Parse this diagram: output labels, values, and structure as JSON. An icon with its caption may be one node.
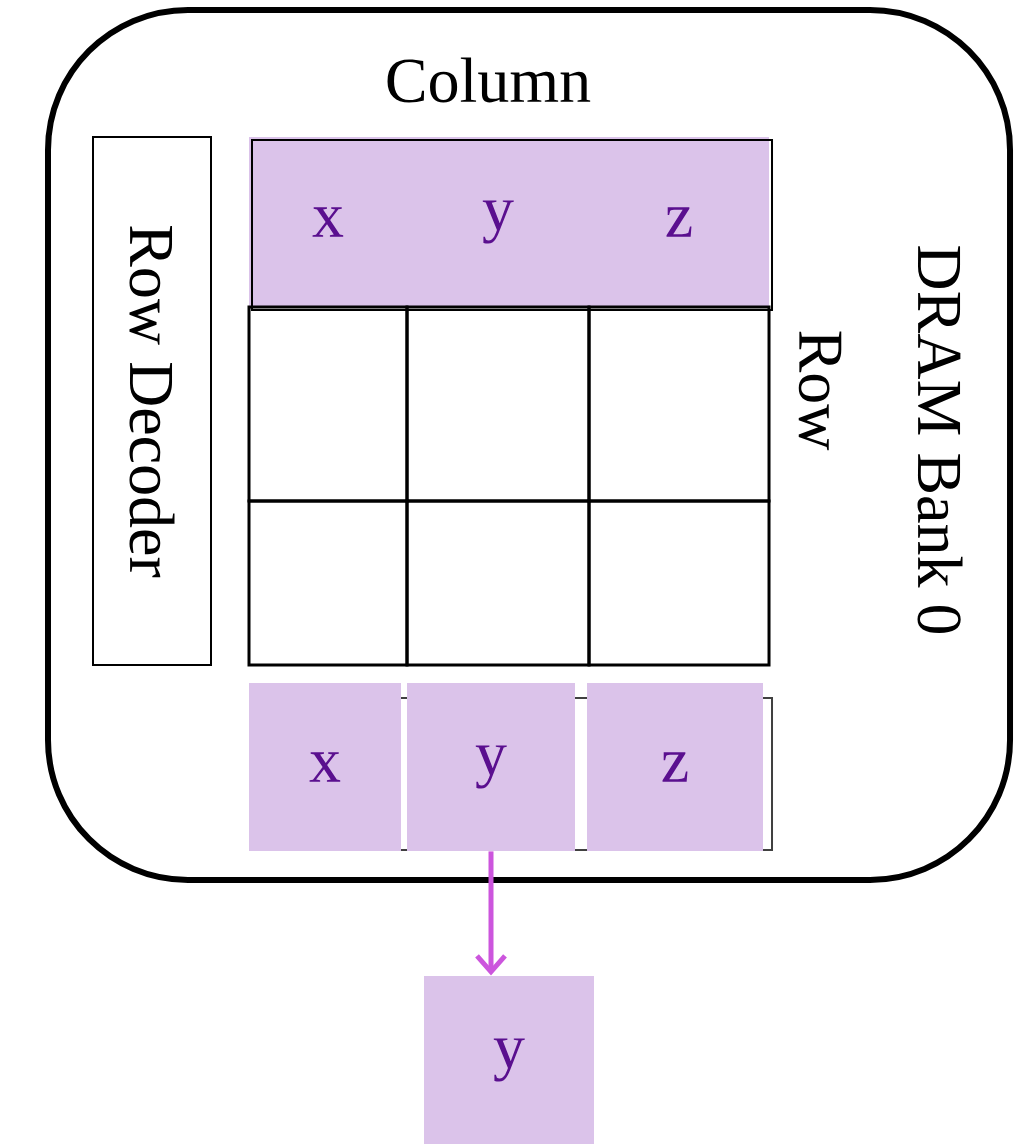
{
  "diagram": {
    "nodes": [
      {
        "text": [
          "DRAM Bank 0"
        ]
      },
      {
        "text": [
          "Row Decoder"
        ],
        "in": 0
      },
      {
        "text": [
          "x"
        ],
        "in": 0
      },
      {
        "text": [
          "y"
        ],
        "in": 0
      },
      {
        "text": [
          "z"
        ],
        "in": 0
      },
      {
        "text": [],
        "shape": "box",
        "in": 0
      },
      {
        "text": [],
        "shape": "box",
        "in": 0
      },
      {
        "text": [],
        "shape": "box",
        "in": 0
      },
      {
        "text": [],
        "shape": "box",
        "in": 0
      },
      {
        "text": [],
        "shape": "box",
        "in": 0
      },
      {
        "text": [],
        "shape": "box",
        "in": 0
      },
      {
        "text": [
          "x"
        ],
        "in": 0
      },
      {
        "text": [
          "y"
        ],
        "in": 0
      },
      {
        "text": [
          "z"
        ],
        "in": 0
      },
      {
        "text": [
          "y"
        ]
      }
    ],
    "edges": [
      {
        "from": 12,
        "to": 14,
        "arrow": "to",
        "color": "#cc55dd"
      }
    ],
    "labels": [
      "Column",
      "Row"
    ]
  }
}
